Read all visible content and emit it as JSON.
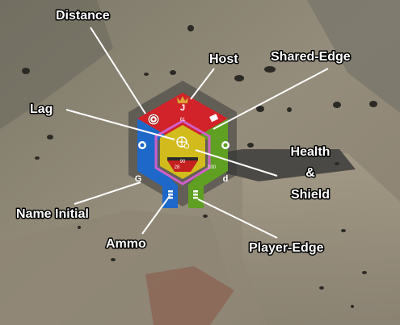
{
  "colors": {
    "team_red": "#d2232a",
    "team_green": "#5fa022",
    "team_blue": "#1e68c9",
    "center_yellow": "#d1bb1d",
    "health_red": "#c42020",
    "shared_edge_pink": "#d060c8",
    "label_text": "#ffffff",
    "pointer_line": "#ffffff"
  },
  "annotations": {
    "distance": "Distance",
    "host": "Host",
    "shared_edge": "Shared-Edge",
    "lag": "Lag",
    "health_shield_line1": "Health",
    "health_shield_line2": "&",
    "health_shield_line3": "Shield",
    "name_initial": "Name Initial",
    "ammo": "Ammo",
    "player_edge": "Player-Edge"
  },
  "hud": {
    "top_player_initial": "J",
    "left_player_initial": "G",
    "right_player_initial": "d",
    "top_distance": "61",
    "left_distance": "28",
    "right_distance": "100",
    "center_health": "90",
    "icons": [
      "crown-icon",
      "target-icon",
      "lag-icon",
      "ammo-icon"
    ]
  }
}
